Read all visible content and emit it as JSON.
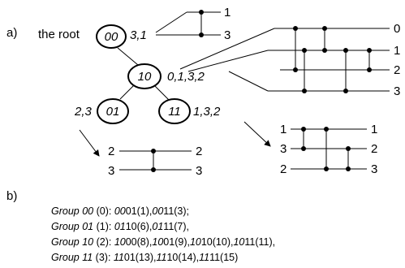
{
  "part_a": {
    "label": "a)",
    "root_caption": "the root",
    "nodes": [
      {
        "id": "00",
        "label": "00",
        "network_labels": "3,1"
      },
      {
        "id": "10",
        "label": "10",
        "network_labels": "0,1,3,2"
      },
      {
        "id": "01",
        "label": "01",
        "network_labels": "2,3"
      },
      {
        "id": "11",
        "label": "11",
        "network_labels": "1,3,2"
      }
    ],
    "network_root": {
      "wire_labels": [
        "1",
        "3"
      ]
    },
    "network_10": {
      "wire_labels": [
        "0",
        "1",
        "2",
        "3"
      ]
    },
    "network_01": {
      "left_labels": [
        "2",
        "3"
      ],
      "right_labels": [
        "2",
        "3"
      ]
    },
    "network_11": {
      "left_labels": [
        "1",
        "3",
        "2"
      ],
      "right_labels": [
        "1",
        "2",
        "3"
      ]
    }
  },
  "part_b": {
    "label": "b)",
    "groups": [
      {
        "prefix": "Group 00",
        "rest": " (0): ",
        "entries": [
          [
            "00",
            "01(1),"
          ],
          [
            "00",
            "11(3);"
          ]
        ]
      },
      {
        "prefix": "Group 01",
        "rest": " (1): ",
        "entries": [
          [
            "01",
            "10(6),"
          ],
          [
            "01",
            "11(7),"
          ]
        ]
      },
      {
        "prefix": "Group 10",
        "rest": " (2): ",
        "entries": [
          [
            "10",
            "00(8),"
          ],
          [
            "10",
            "01(9),"
          ],
          [
            "10",
            "10(10),"
          ],
          [
            "10",
            "11(11),"
          ]
        ]
      },
      {
        "prefix": "Group 11",
        "rest": " (3): ",
        "entries": [
          [
            "11",
            "01(13),"
          ],
          [
            "11",
            "10(14),"
          ],
          [
            "11",
            "11(15)"
          ]
        ]
      }
    ]
  }
}
